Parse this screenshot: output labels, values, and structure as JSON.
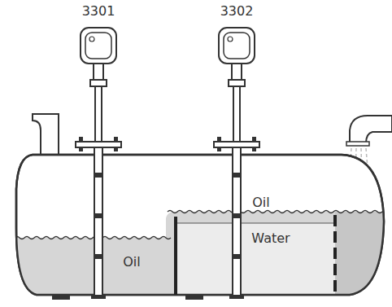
{
  "diagram": {
    "labels": [
      "3301",
      "3302",
      "Oil",
      "Oil",
      "Water"
    ]
  }
}
